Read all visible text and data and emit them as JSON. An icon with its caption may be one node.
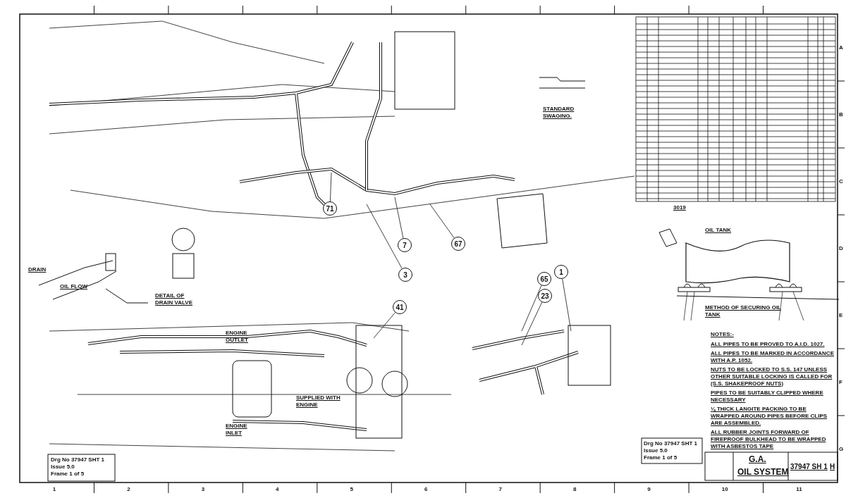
{
  "diagram": {
    "nodes": [
      {
        "text": [
          "71"
        ]
      },
      {
        "text": [
          "7"
        ]
      },
      {
        "text": [
          "67"
        ]
      },
      {
        "text": [
          "3"
        ]
      },
      {
        "text": [
          "41"
        ]
      },
      {
        "text": [
          "65"
        ]
      },
      {
        "text": [
          "23"
        ]
      },
      {
        "text": [
          "1"
        ]
      }
    ],
    "edges": [
      {
        "from": 0,
        "to": null,
        "arrow": "none"
      },
      {
        "from": 1,
        "to": null,
        "arrow": "none"
      },
      {
        "from": 2,
        "to": null,
        "arrow": "none"
      },
      {
        "from": 3,
        "to": null,
        "arrow": "none"
      },
      {
        "from": 4,
        "to": null,
        "arrow": "none"
      },
      {
        "from": 5,
        "to": null,
        "arrow": "none"
      },
      {
        "from": 6,
        "to": null,
        "arrow": "none"
      },
      {
        "from": 7,
        "to": null,
        "arrow": "none"
      }
    ],
    "labels": [
      "STANDARD SWAGING.",
      "OIL TANK",
      "METHOD OF SECURING OIL TANK",
      "DETAIL OF DRAIN VALVE",
      "ENGINE OUTLET",
      "ENGINE INLET",
      "SUPPLIED WITH ENGINE",
      "OIL FLOW",
      "DRAIN",
      "NOTES:-",
      "ALL PIPES TO BE PROVED TO A.I.D. 1027.",
      "ALL PIPES TO BE MARKED IN ACCORDANCE WITH A.P. 1052.",
      "NUTS TO BE LOCKED TO S.S. 147 UNLESS OTHER SUITABLE LOCKING IS CALLED FOR (S.S. SHAKEPROOF NUTS)",
      "PIPES TO BE SUITABLY CLIPPED WHERE NECESSARY",
      "⅛ THICK LANGITE PACKING TO BE WRAPPED AROUND PIPES BEFORE CLIPS ARE ASSEMBLED.",
      "ALL RUBBER JOINTS FORWARD OF FIREPROOF BULKHEAD TO BE WRAPPED WITH ASBESTOS TAPE",
      "Drg No 37947 SHT 1",
      "Issue 5.0",
      "Frame 1 of 5",
      "Drg No 37947 SHT 1",
      "Issue 5.0",
      "Frame 1 of 5",
      "G.A.",
      "OIL SYSTEM",
      "37947 SH 1",
      "H",
      "3019",
      "1",
      "2",
      "3",
      "4",
      "5",
      "6",
      "7",
      "8",
      "9",
      "10",
      "11",
      "A",
      "B",
      "C",
      "D",
      "E",
      "F",
      "G"
    ]
  }
}
